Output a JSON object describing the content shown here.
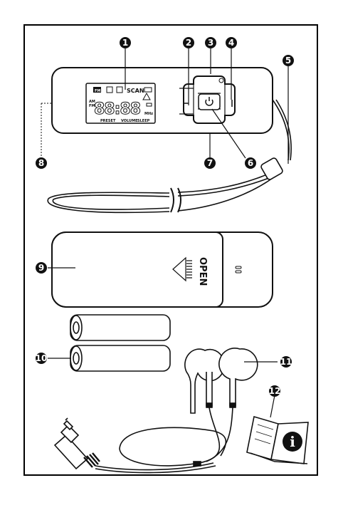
{
  "lcd": {
    "fm": "FM",
    "scan": "SCAN",
    "am": "AM",
    "fm_side": "FM",
    "unit": "MHz",
    "preset": "PRESET",
    "volume": "VOLUME",
    "sleep": "SLEEP",
    "digits": "88:88"
  },
  "device": {
    "open_label": "OPEN"
  },
  "manual": {
    "info_glyph": "i"
  },
  "callouts": [
    {
      "id": "1"
    },
    {
      "id": "2"
    },
    {
      "id": "3"
    },
    {
      "id": "4"
    },
    {
      "id": "5"
    },
    {
      "id": "6"
    },
    {
      "id": "7"
    },
    {
      "id": "8"
    },
    {
      "id": "9"
    },
    {
      "id": "10"
    },
    {
      "id": "11"
    },
    {
      "id": "12"
    }
  ]
}
